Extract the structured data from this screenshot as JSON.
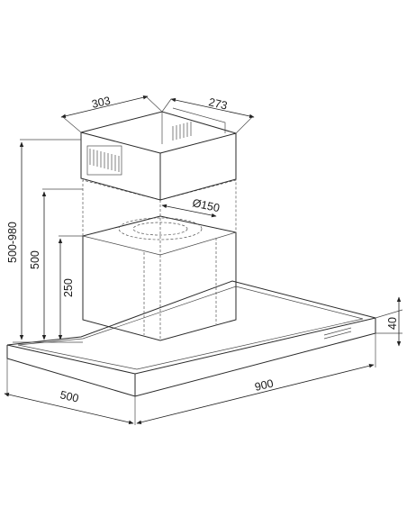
{
  "diagram": {
    "dimensions": {
      "chimney_width": "303",
      "chimney_depth": "273",
      "duct_diameter": "Ø150",
      "total_height_range": "500-980",
      "lower_height": "500",
      "motor_height": "250",
      "glass_thickness": "40",
      "hood_width": "900",
      "hood_depth": "500"
    }
  }
}
